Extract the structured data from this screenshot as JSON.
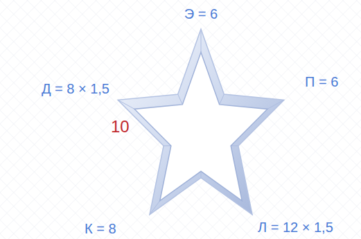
{
  "diagram": {
    "nodes": [
      {
        "text": [
          "10"
        ]
      }
    ],
    "labels": [
      "Э = 6",
      "Д = 8 × 1,5",
      "П = 6",
      "К = 8",
      "Л = 12 × 1,5"
    ]
  }
}
